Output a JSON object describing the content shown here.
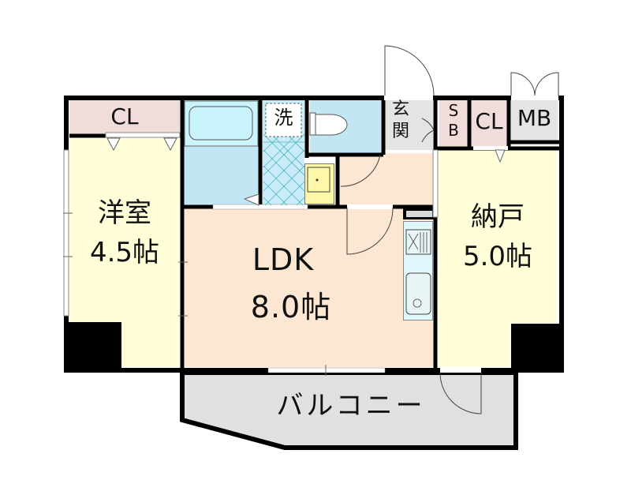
{
  "floorplan": {
    "rooms": {
      "closet_left": {
        "label": "CL",
        "color": "#f0dcda"
      },
      "western_room": {
        "name": "洋室",
        "size": "4.5帖",
        "color": "#fffed8"
      },
      "bath": {
        "color": "#c3e6f5"
      },
      "washroom": {
        "label": "洗",
        "color": "#c9ecf8"
      },
      "toilet": {
        "color": "#c3e6f5"
      },
      "entrance": {
        "label_line1": "玄",
        "label_line2": "関",
        "color": "#e4e4e4"
      },
      "shoe_box": {
        "label_line1": "S",
        "label_line2": "B",
        "color": "#f0dcda"
      },
      "closet_right": {
        "label": "CL",
        "color": "#f0dcda"
      },
      "meter_box": {
        "label": "MB",
        "color": "#e4e4e4"
      },
      "hall": {
        "color": "#fde6d2"
      },
      "ldk": {
        "name": "LDK",
        "size": "8.0帖",
        "color": "#fde6d2"
      },
      "storage_room": {
        "name": "納戸",
        "size": "5.0帖",
        "color": "#fffed8"
      },
      "balcony": {
        "label": "バルコニー",
        "color": "#e0e0e0"
      }
    },
    "fixtures": {
      "vanity_color": "#fdf8a8",
      "kitchen_color": "#dff6fb",
      "wall_color": "#000000"
    }
  }
}
